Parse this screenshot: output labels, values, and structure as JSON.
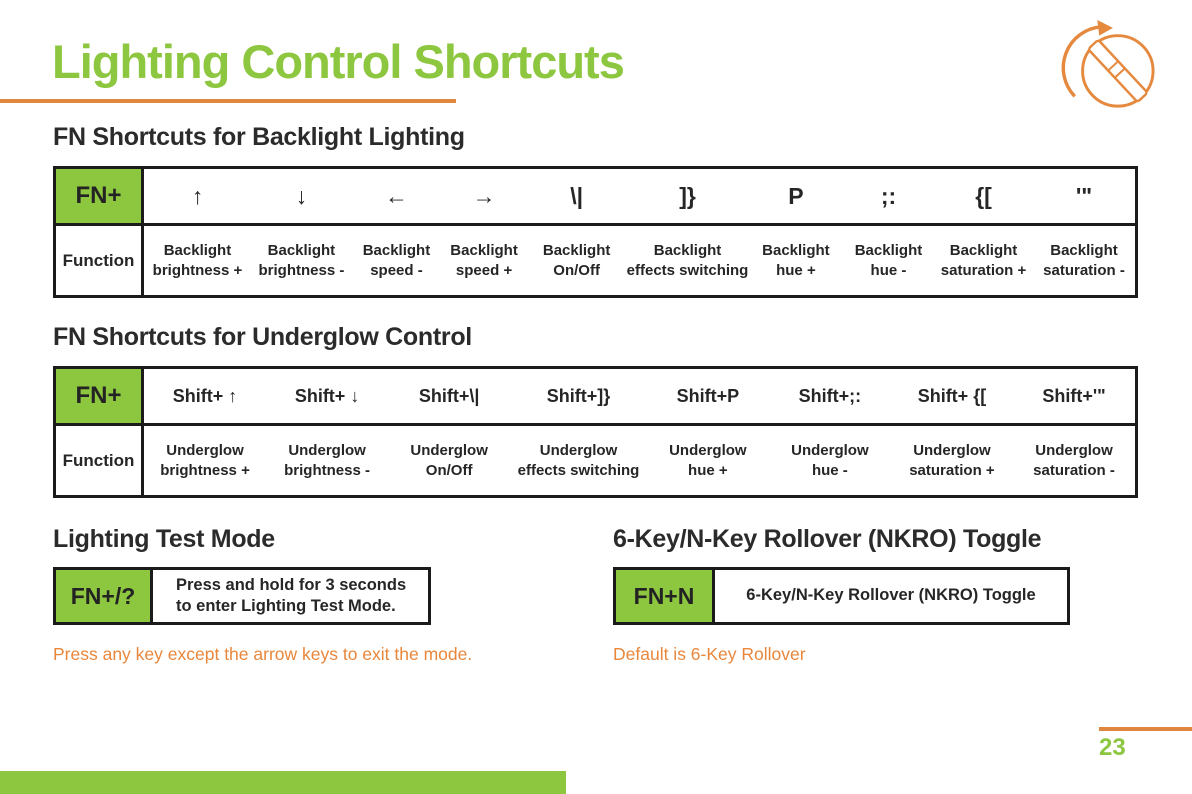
{
  "title": "Lighting Control Shortcuts",
  "colors": {
    "green": "#8dc63f",
    "orange": "#e8873c"
  },
  "backlight": {
    "heading": "FN Shortcuts for Backlight Lighting",
    "key_label": "FN+",
    "function_label": "Function",
    "columns": [
      {
        "key": "↑",
        "fn1": "Backlight",
        "fn2": "brightness +"
      },
      {
        "key": "↓",
        "fn1": "Backlight",
        "fn2": "brightness -"
      },
      {
        "key": "←",
        "fn1": "Backlight",
        "fn2": "speed -"
      },
      {
        "key": "→",
        "fn1": "Backlight",
        "fn2": "speed +"
      },
      {
        "key": "\\|",
        "fn1": "Backlight",
        "fn2": "On/Off"
      },
      {
        "key": "]}",
        "fn1": "Backlight",
        "fn2": "effects switching"
      },
      {
        "key": "P",
        "fn1": "Backlight",
        "fn2": "hue +"
      },
      {
        "key": ";:",
        "fn1": "Backlight",
        "fn2": "hue -"
      },
      {
        "key": "{[",
        "fn1": "Backlight",
        "fn2": "saturation +"
      },
      {
        "key": "'\"",
        "fn1": "Backlight",
        "fn2": "saturation -"
      }
    ]
  },
  "underglow": {
    "heading": "FN Shortcuts for Underglow Control",
    "key_label": "FN+",
    "function_label": "Function",
    "columns": [
      {
        "key": "Shift+ ↑",
        "fn1": "Underglow",
        "fn2": "brightness +"
      },
      {
        "key": "Shift+ ↓",
        "fn1": "Underglow",
        "fn2": "brightness -"
      },
      {
        "key": "Shift+\\|",
        "fn1": "Underglow",
        "fn2": "On/Off"
      },
      {
        "key": "Shift+]}",
        "fn1": "Underglow",
        "fn2": "effects switching"
      },
      {
        "key": "Shift+P",
        "fn1": "Underglow",
        "fn2": "hue +"
      },
      {
        "key": "Shift+;:",
        "fn1": "Underglow",
        "fn2": "hue -"
      },
      {
        "key": "Shift+ {[",
        "fn1": "Underglow",
        "fn2": "saturation +"
      },
      {
        "key": "Shift+'\"",
        "fn1": "Underglow",
        "fn2": "saturation -"
      }
    ]
  },
  "test_mode": {
    "heading": "Lighting Test Mode",
    "key": "FN+/?",
    "desc_line1": "Press and hold for 3 seconds",
    "desc_line2": "to enter Lighting Test Mode.",
    "note": "Press any key except the arrow keys to exit the mode."
  },
  "nkro": {
    "heading": "6-Key/N-Key Rollover (NKRO) Toggle",
    "key": "FN+N",
    "desc": "6-Key/N-Key Rollover (NKRO) Toggle",
    "note": "Default is 6-Key Rollover"
  },
  "footer": {
    "page_number": "23"
  }
}
